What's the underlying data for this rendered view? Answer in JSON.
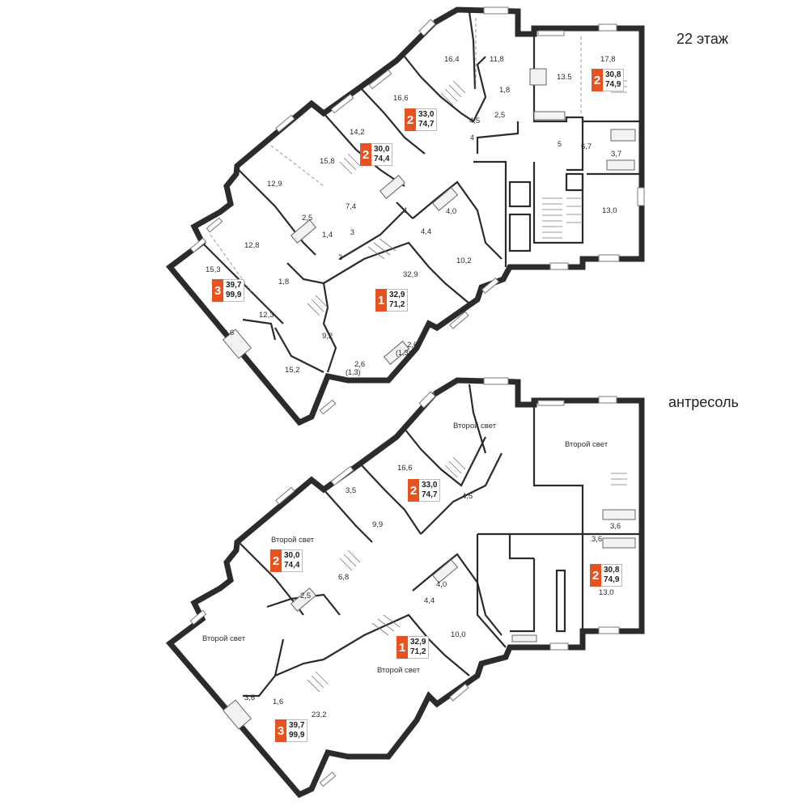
{
  "floors": [
    {
      "title": "22 этаж",
      "apartments": [
        {
          "rooms": "2",
          "living": "33,0",
          "total": "74,7"
        },
        {
          "rooms": "2",
          "living": "30,8",
          "total": "74,9"
        },
        {
          "rooms": "2",
          "living": "30,0",
          "total": "74,4"
        },
        {
          "rooms": "3",
          "living": "39,7",
          "total": "99,9"
        },
        {
          "rooms": "1",
          "living": "32,9",
          "total": "71,2"
        }
      ],
      "room_labels": [
        "16,4",
        "11,8",
        "13.5",
        "17,8",
        "16,6",
        "1,8",
        "2,5",
        "4,5",
        "4",
        "5",
        "6,7",
        "3,7",
        "14,2",
        "15,8",
        "12,9",
        "7,4",
        "2,5",
        "1,4",
        "3",
        "1",
        "4,0",
        "4,4",
        "13,0",
        "12,8",
        "10,2",
        "2",
        "32,9",
        "15,3",
        "1,8",
        "12,3",
        "3,6",
        "9,2",
        "15,2",
        "2,6",
        "(1,3)",
        "2,6",
        "(1,3)"
      ]
    },
    {
      "title": "антресоль",
      "apartments": [
        {
          "rooms": "2",
          "living": "33,0",
          "total": "74,7"
        },
        {
          "rooms": "2",
          "living": "30,0",
          "total": "74,4"
        },
        {
          "rooms": "2",
          "living": "30,8",
          "total": "74,9"
        },
        {
          "rooms": "1",
          "living": "32,9",
          "total": "71,2"
        },
        {
          "rooms": "3",
          "living": "39,7",
          "total": "99,9"
        }
      ],
      "room_labels": [
        "Второй свет",
        "Второй свет",
        "16,6",
        "4,5",
        "3,5",
        "9,9",
        "Второй свет",
        "6,8",
        "2,5",
        "3,6",
        "3,6",
        "13,0",
        "4,0",
        "4,4",
        "10,0",
        "Второй свет",
        "Второй свет",
        "3,6",
        "1,6",
        "23,2"
      ]
    }
  ]
}
